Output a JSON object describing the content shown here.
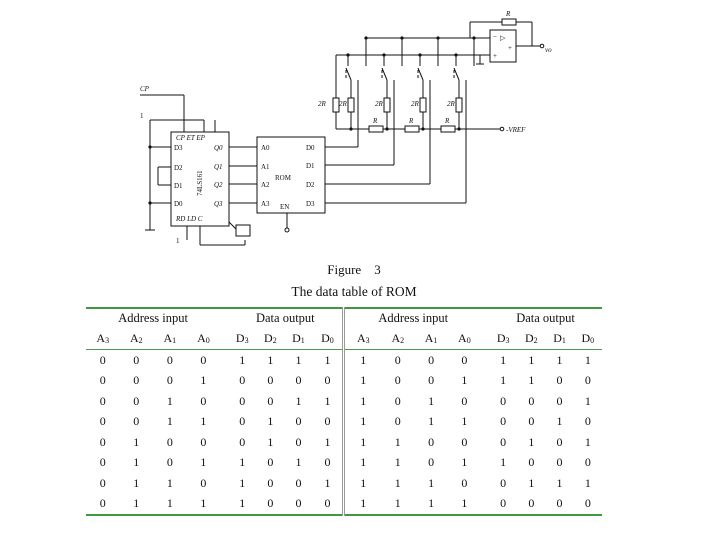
{
  "figure": {
    "caption": "Figure　3",
    "labels": {
      "cp_input": "CP",
      "one_top": "1",
      "one_bottom": "1",
      "counter_name": "74LS161",
      "counter_top": "CP ET EP",
      "counter_bottom": "RD LD C",
      "counter_inputs": [
        "D3",
        "D2",
        "D1",
        "D0"
      ],
      "counter_outputs": [
        "Q0",
        "Q1",
        "Q2",
        "Q3"
      ],
      "rom_name": "ROM",
      "rom_inputs": [
        "A0",
        "A1",
        "A2",
        "A3"
      ],
      "rom_outputs": [
        "D0",
        "D1",
        "D2",
        "D3"
      ],
      "rom_enable": "EN",
      "resistor_r": "R",
      "resistor_2r": "2R",
      "vref": "-VREF",
      "vo": "vo",
      "opamp_minus": "−",
      "opamp_plus": "+",
      "opamp_symbol": "▷"
    }
  },
  "table": {
    "caption": "The data table of ROM",
    "groups": [
      "Address input",
      "Data output",
      "Address input",
      "Data output"
    ],
    "address_cols": [
      "A3",
      "A2",
      "A1",
      "A0"
    ],
    "data_cols": [
      "D3",
      "D2",
      "D1",
      "D0"
    ],
    "rows": [
      [
        "0",
        "0",
        "0",
        "0",
        "1",
        "1",
        "1",
        "1",
        "1",
        "0",
        "0",
        "0",
        "1",
        "1",
        "1",
        "1"
      ],
      [
        "0",
        "0",
        "0",
        "1",
        "0",
        "0",
        "0",
        "0",
        "1",
        "0",
        "0",
        "1",
        "1",
        "1",
        "0",
        "0"
      ],
      [
        "0",
        "0",
        "1",
        "0",
        "0",
        "0",
        "1",
        "1",
        "1",
        "0",
        "1",
        "0",
        "0",
        "0",
        "0",
        "1"
      ],
      [
        "0",
        "0",
        "1",
        "1",
        "0",
        "1",
        "0",
        "0",
        "1",
        "0",
        "1",
        "1",
        "0",
        "0",
        "1",
        "0"
      ],
      [
        "0",
        "1",
        "0",
        "0",
        "0",
        "1",
        "0",
        "1",
        "1",
        "1",
        "0",
        "0",
        "0",
        "1",
        "0",
        "1"
      ],
      [
        "0",
        "1",
        "0",
        "1",
        "1",
        "0",
        "1",
        "0",
        "1",
        "1",
        "0",
        "1",
        "1",
        "0",
        "0",
        "0"
      ],
      [
        "0",
        "1",
        "1",
        "0",
        "1",
        "0",
        "0",
        "1",
        "1",
        "1",
        "1",
        "0",
        "0",
        "1",
        "1",
        "1"
      ],
      [
        "0",
        "1",
        "1",
        "1",
        "1",
        "0",
        "0",
        "0",
        "1",
        "1",
        "1",
        "1",
        "0",
        "0",
        "0",
        "0"
      ]
    ]
  },
  "colors": {
    "rule_green": "#3f9a3f",
    "divider_gray": "#9a9a9a",
    "ink": "#111111"
  }
}
